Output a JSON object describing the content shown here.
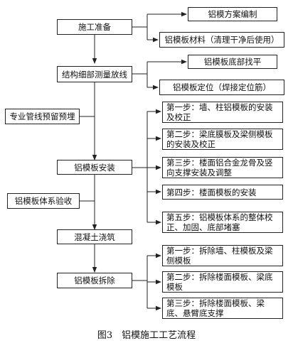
{
  "main_steps": [
    "施工准备",
    "结构细部测量放线",
    "铝模板安装",
    "混凝土浇筑",
    "铝模板拆除"
  ],
  "side_inputs": [
    "专业管线预留预埋",
    "铝模板体系验收"
  ],
  "prep_items": [
    "铝模方案编制",
    "铝模板材料（清理干净后使用）"
  ],
  "survey_items": [
    "铝模板底部找平",
    "铝模板定位（焊接定位筋）"
  ],
  "install_steps": [
    "第一步：墙、柱铝模板的安装及校正",
    "第二步：梁底膜板及梁侧模板的安装及校正",
    "第三步：楼面铝合金龙骨及竖向支撑安装及调整",
    "第四步：楼面模板的安装",
    "第五步：铝模板体系的整体校正、加固、底部堵塞"
  ],
  "removal_steps": [
    "第一步：拆除墙、柱模板及梁侧模板",
    "第二步：拆除楼面模板、梁底模板",
    "第三步：拆除楼面模板、梁底、悬臂底支撑"
  ],
  "caption": "图3　铝模施工工艺流程"
}
